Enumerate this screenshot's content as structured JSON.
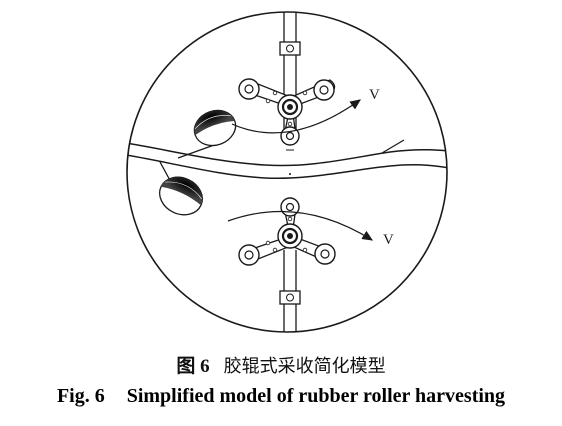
{
  "figure": {
    "velocity_label_top": "V",
    "velocity_label_bottom": "V"
  },
  "caption_cn": {
    "number": "图 6",
    "title": "胶辊式采收简化模型"
  },
  "caption_en": {
    "number": "Fig. 6",
    "title": "Simplified model of rubber roller harvesting"
  },
  "colors": {
    "line": "#1a1a1a",
    "background": "#ffffff"
  }
}
